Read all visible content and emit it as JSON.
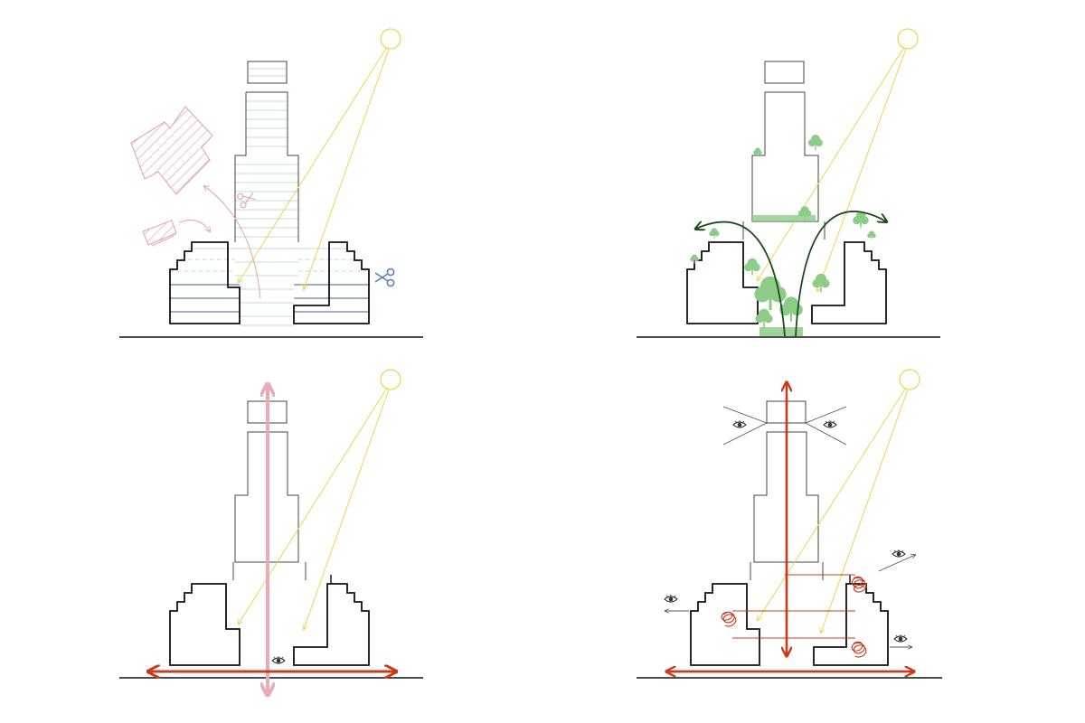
{
  "colors": {
    "background": "#ffffff",
    "outline": "#111111",
    "thin_outline": "#444444",
    "ground": "#111111",
    "sun": "#f3d24a",
    "sun_rays": "#f3d24a",
    "floor_lines": "#a9d3d0",
    "blue_lines": "#3b5f92",
    "pink": "#e7a9b3",
    "hatch": "#e8a4b0",
    "scissors": "#5a7fb5",
    "greenery": "#8dcc87",
    "dark_green_arrows": "#1d4d1b",
    "red_arrows": "#c83b1c",
    "pink_arrow": "#e6adb6",
    "eye": "#333333",
    "view_lines": "#555555"
  },
  "panels": [
    {
      "id": "panel-1",
      "theme": "carving-volumes",
      "icons": [
        "sun-icon",
        "scissors-icon",
        "scissors-icon",
        "hatched-block",
        "wedge-block"
      ]
    },
    {
      "id": "panel-2",
      "theme": "greenery-terraces",
      "icons": [
        "sun-icon",
        "tree-icons",
        "green-arrows"
      ]
    },
    {
      "id": "panel-3",
      "theme": "vertical-horizontal-flow",
      "icons": [
        "sun-icon",
        "eye-icon",
        "pink-vertical-arrow",
        "red-horizontal-arrow"
      ]
    },
    {
      "id": "panel-4",
      "theme": "views-and-circulation",
      "icons": [
        "sun-icon",
        "eye-icon",
        "eye-icon",
        "eye-icon",
        "eye-icon",
        "eye-icon",
        "spiral-ramps",
        "red-arrows"
      ]
    }
  ]
}
